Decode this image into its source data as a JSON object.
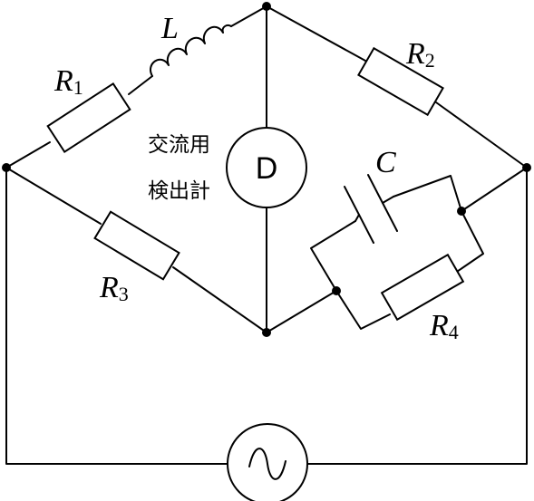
{
  "diagram": {
    "labels": {
      "inductor": "L",
      "r1_main": "R",
      "r1_sub": "1",
      "r2_main": "R",
      "r2_sub": "2",
      "r3_main": "R",
      "r3_sub": "3",
      "r4_main": "R",
      "r4_sub": "4",
      "capacitor": "C",
      "detector_symbol": "D",
      "detector_caption_line1": "交流用",
      "detector_caption_line2": "検出計"
    },
    "colors": {
      "stroke": "#000000",
      "background": "#ffffff"
    },
    "icons": {
      "source": "ac-source-icon",
      "detector": "detector-icon"
    }
  }
}
